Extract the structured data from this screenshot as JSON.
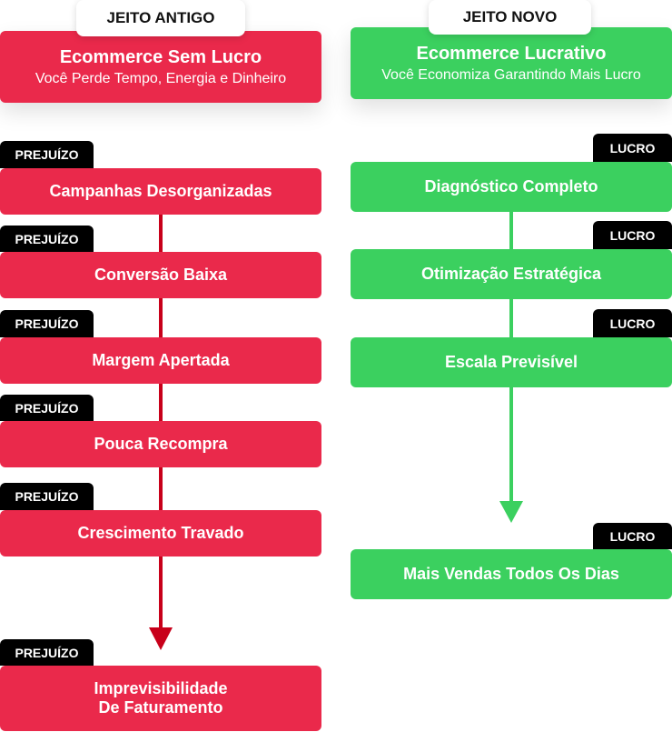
{
  "old": {
    "label": "JEITO ANTIGO",
    "title": "Ecommerce Sem Lucro",
    "subtitle": "Você Perde Tempo, Energia e Dinheiro",
    "tag": "PREJUÍZO",
    "steps": [
      "Campanhas Desorganizadas",
      "Conversão Baixa",
      "Margem Apertada",
      "Pouca Recompra",
      "Crescimento Travado",
      "Imprevisibilidade De Faturamento"
    ]
  },
  "new": {
    "label": "JEITO NOVO",
    "title": "Ecommerce Lucrativo",
    "subtitle": "Você Economiza Garantindo Mais Lucro",
    "tag": "LUCRO",
    "steps": [
      "Diagnóstico Completo",
      "Otimização Estratégica",
      "Escala Previsível",
      "Mais Vendas Todos Os Dias"
    ]
  },
  "colors": {
    "red": "#ea294b",
    "green": "#3bd05f",
    "arrow_red": "#c8001a"
  }
}
